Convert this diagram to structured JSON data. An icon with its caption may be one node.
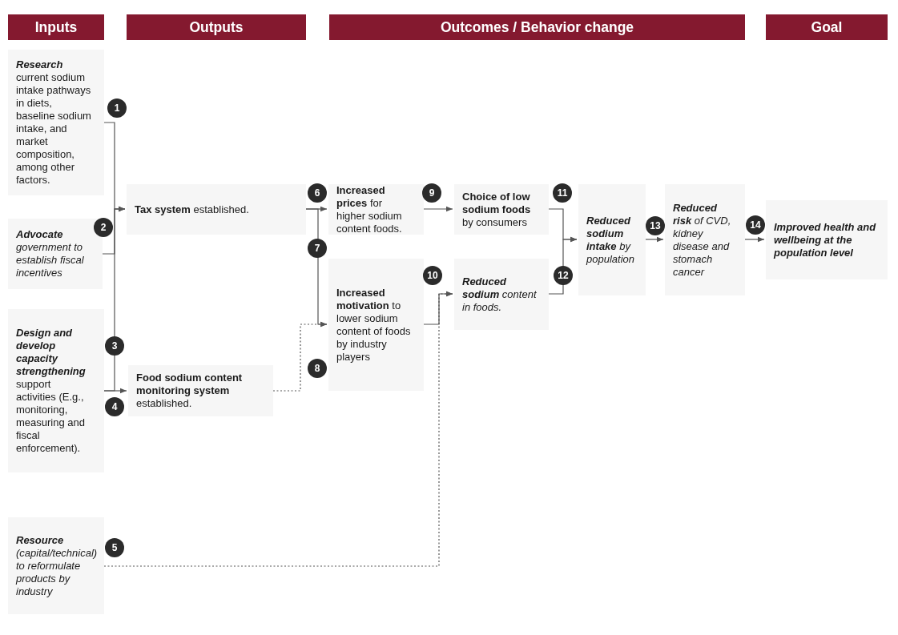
{
  "diagram": {
    "nodes": [
      {
        "text": [
          "Inputs"
        ]
      },
      {
        "text": [
          "Outputs"
        ]
      },
      {
        "text": [
          "Outcomes / Behavior change"
        ]
      },
      {
        "text": [
          "Goal"
        ]
      },
      {
        "text": [
          "**Research** current sodium intake pathways in diets, baseline sodium intake, and market composition, among other factors."
        ]
      },
      {
        "text": [
          "**Advocate** government to establish fiscal incentives"
        ]
      },
      {
        "text": [
          "**Design and develop capacity strengthening** support activities (E.g., monitoring, measuring and fiscal enforcement)."
        ]
      },
      {
        "text": [
          "**Resource** (capital/technical) to reformulate products by industry"
        ]
      },
      {
        "text": [
          "**Tax system** established."
        ]
      },
      {
        "text": [
          "**Food sodium content monitoring system** established."
        ]
      },
      {
        "text": [
          "**Increased prices** for higher sodium content foods."
        ]
      },
      {
        "text": [
          "**Increased motivation** to lower sodium content of foods by industry players"
        ]
      },
      {
        "text": [
          "**Choice of low sodium foods** by consumers"
        ]
      },
      {
        "text": [
          "**Reduced sodium** content in foods."
        ]
      },
      {
        "text": [
          "**Reduced sodium intake** by population"
        ]
      },
      {
        "text": [
          "**Reduced risk** of CVD, kidney disease and stomach cancer"
        ]
      },
      {
        "text": [
          "**Improved health and wellbeing at the population level**"
        ]
      }
    ],
    "edges": [
      {
        "from": 4,
        "to": 8,
        "arrow": "to"
      },
      {
        "from": 5,
        "to": 8,
        "arrow": "to"
      },
      {
        "from": 6,
        "to": 8,
        "arrow": "to"
      },
      {
        "from": 6,
        "to": 9,
        "arrow": "to"
      },
      {
        "from": 8,
        "to": 10,
        "arrow": "to"
      },
      {
        "from": 8,
        "to": 11,
        "arrow": "to"
      },
      {
        "from": 9,
        "to": 11,
        "arrow": "to",
        "style": "dashed"
      },
      {
        "from": 10,
        "to": 12,
        "arrow": "to"
      },
      {
        "from": 11,
        "to": 13,
        "arrow": "to"
      },
      {
        "from": 7,
        "to": 13,
        "arrow": "to",
        "style": "dashed"
      },
      {
        "from": 12,
        "to": 14,
        "arrow": "to"
      },
      {
        "from": 13,
        "to": 14,
        "arrow": "to"
      },
      {
        "from": 14,
        "to": 15,
        "arrow": "to"
      },
      {
        "from": 15,
        "to": 16,
        "arrow": "to"
      }
    ],
    "labels": [
      "1",
      "2",
      "3",
      "4",
      "5",
      "6",
      "7",
      "8",
      "9",
      "10",
      "11",
      "12",
      "13",
      "14"
    ]
  }
}
